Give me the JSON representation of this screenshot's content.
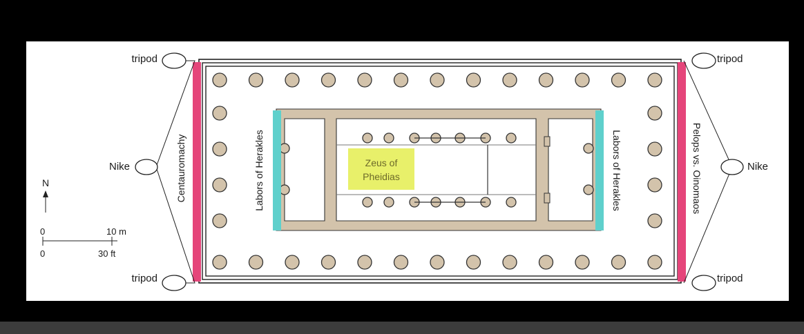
{
  "diagram": {
    "labels": {
      "tripod_top_left": "tripod",
      "tripod_bottom_left": "tripod",
      "tripod_top_right": "tripod",
      "tripod_bottom_right": "tripod",
      "nike_left": "Nike",
      "nike_right": "Nike",
      "west_pediment": "Centauromachy",
      "east_pediment": "Pelops vs. Oinomaos",
      "metopes_west": "Labors of Herakles",
      "metopes_east": "Labors of Herakles",
      "statue_line1": "Zeus of",
      "statue_line2": "Pheidias"
    },
    "north_arrow": {
      "label": "N"
    },
    "scale_bar": {
      "zero_m": "0",
      "end_m": "10 m",
      "zero_ft": "0",
      "end_ft": "30 ft"
    },
    "colors": {
      "background": "#000000",
      "panel": "#ffffff",
      "column_fill": "#d3c3ab",
      "wall_fill": "#d3c3ab",
      "pediment_sculpture": "#e5457a",
      "metope_sculpture": "#5fd0cc",
      "statue_highlight": "#e8f06a",
      "statue_text": "#6d6a2a",
      "bottom_bar": "#3c3c3c"
    }
  }
}
